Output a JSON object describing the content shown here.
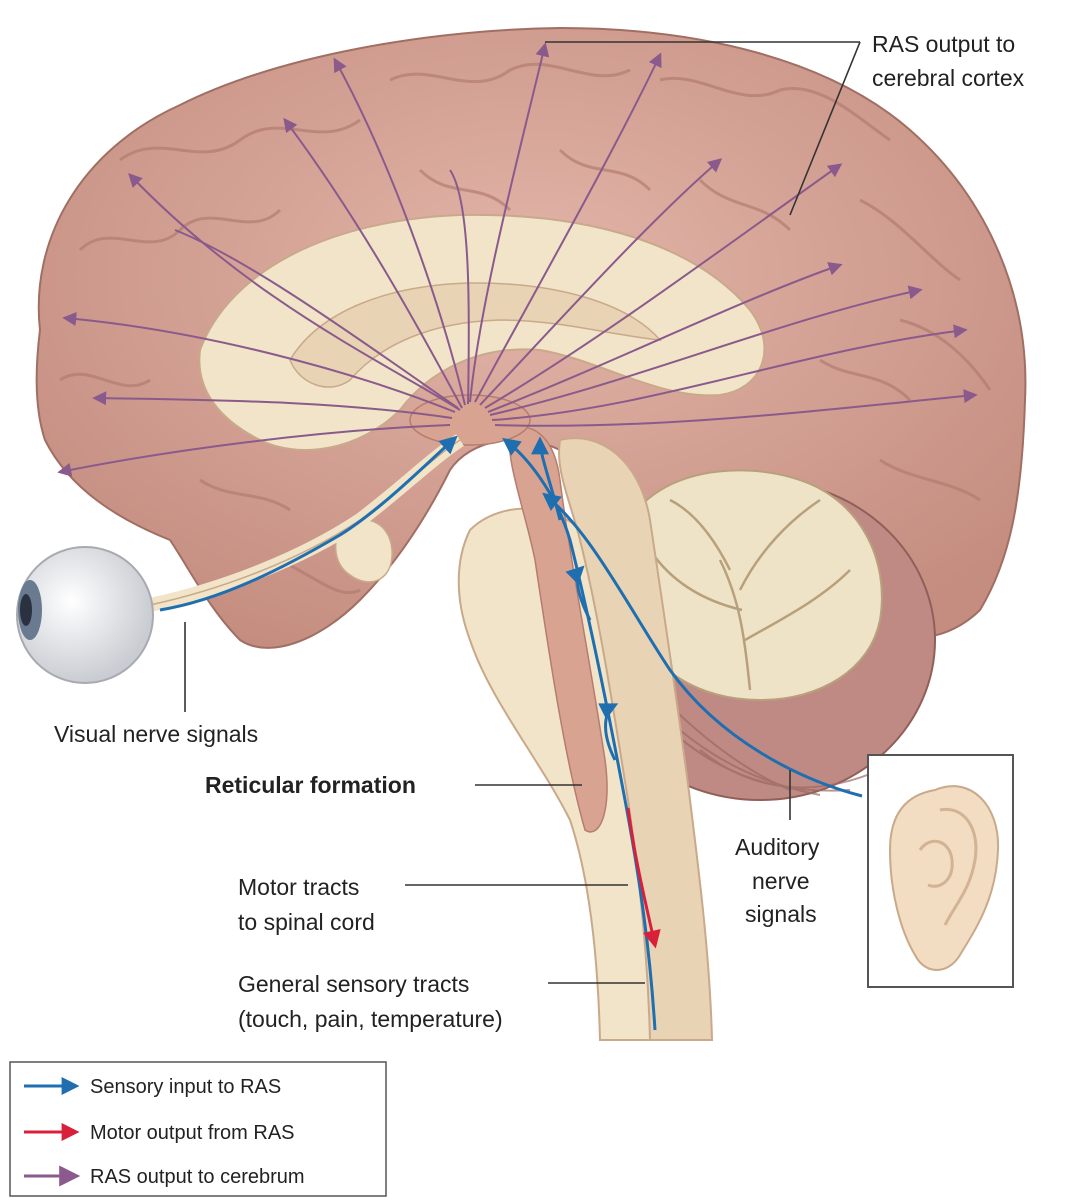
{
  "labels": {
    "ras_output_cortex_line1": "RAS output to",
    "ras_output_cortex_line2": "cerebral cortex",
    "visual_nerve": "Visual nerve signals",
    "reticular_formation": "Reticular formation",
    "motor_tracts_line1": "Motor tracts",
    "motor_tracts_line2": "to spinal cord",
    "sensory_tracts_line1": "General sensory tracts",
    "sensory_tracts_line2": "(touch, pain, temperature)",
    "auditory_line1": "Auditory",
    "auditory_line2": "nerve",
    "auditory_line3": "signals"
  },
  "legend": {
    "items": [
      {
        "label": "Sensory input to RAS",
        "color": "#1f6fb0"
      },
      {
        "label": "Motor output from RAS",
        "color": "#d9203a"
      },
      {
        "label": "RAS output to cerebrum",
        "color": "#8a5a8c"
      }
    ]
  },
  "colors": {
    "brain": "#d8a89a",
    "brain_dark": "#b57c70",
    "inner": "#f1e4c8",
    "sensory": "#1f6fb0",
    "motor": "#d9203a",
    "ras": "#8a5a8c"
  }
}
